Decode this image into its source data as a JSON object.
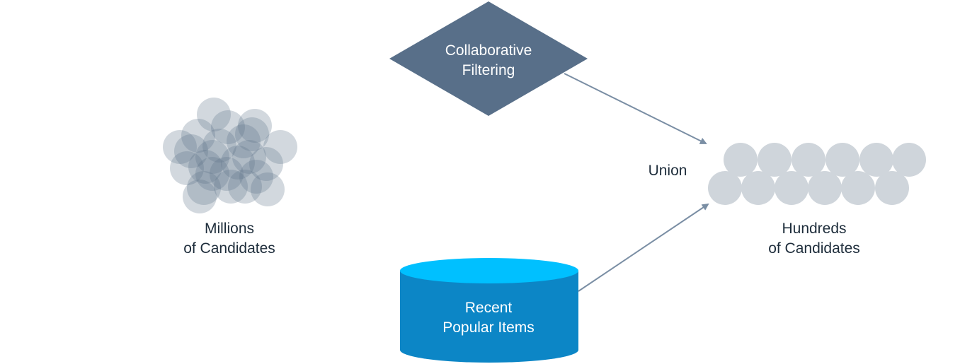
{
  "diagram": {
    "collaborative_filtering": {
      "line1": "Collaborative",
      "line2": "Filtering"
    },
    "recent_popular": {
      "line1": "Recent",
      "line2": "Popular Items"
    },
    "millions": {
      "line1": "Millions",
      "line2": "of Candidates"
    },
    "hundreds": {
      "line1": "Hundreds",
      "line2": "of Candidates"
    },
    "union_label": "Union"
  },
  "colors": {
    "diamond": "#586f89",
    "cylinder_body": "#0c86c6",
    "cylinder_top": "#00c0ff",
    "arrow": "#7a8ea4",
    "text_dark": "#1e2d3b",
    "candidate_light": "#cfd5db",
    "candidate_dark": "#5d7488"
  }
}
